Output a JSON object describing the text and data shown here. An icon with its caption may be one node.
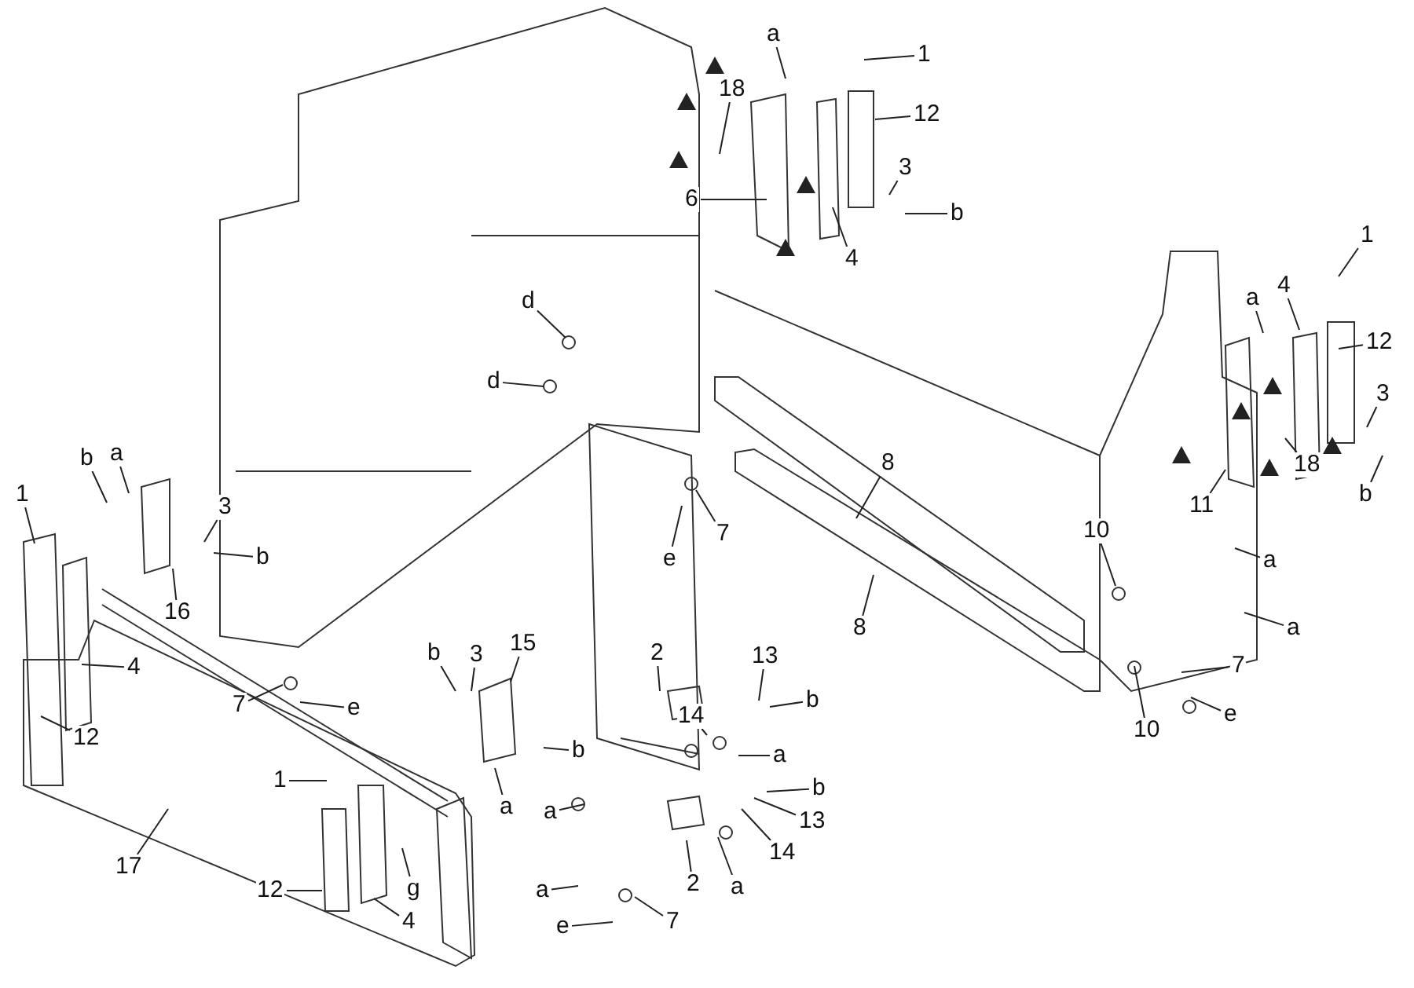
{
  "diagram": {
    "nodes": [
      {
        "text": [
          "a"
        ]
      },
      {
        "text": [
          "1"
        ]
      },
      {
        "text": [
          "12"
        ]
      },
      {
        "text": [
          "18"
        ]
      },
      {
        "text": [
          "6"
        ]
      },
      {
        "text": [
          "3"
        ]
      },
      {
        "text": [
          "b"
        ]
      },
      {
        "text": [
          "4"
        ]
      },
      {
        "text": [
          "1"
        ]
      },
      {
        "text": [
          "4"
        ]
      },
      {
        "text": [
          "a"
        ]
      },
      {
        "text": [
          "12"
        ]
      },
      {
        "text": [
          "3"
        ]
      },
      {
        "text": [
          "18"
        ]
      },
      {
        "text": [
          "b"
        ]
      },
      {
        "text": [
          "11"
        ]
      },
      {
        "text": [
          "10"
        ]
      },
      {
        "text": [
          "a"
        ]
      },
      {
        "text": [
          "a"
        ]
      },
      {
        "text": [
          "7"
        ]
      },
      {
        "text": [
          "10"
        ]
      },
      {
        "text": [
          "e"
        ]
      },
      {
        "text": [
          "d"
        ]
      },
      {
        "text": [
          "d"
        ]
      },
      {
        "text": [
          "8"
        ]
      },
      {
        "text": [
          "8"
        ]
      },
      {
        "text": [
          "7"
        ]
      },
      {
        "text": [
          "e"
        ]
      },
      {
        "text": [
          "b"
        ]
      },
      {
        "text": [
          "a"
        ]
      },
      {
        "text": [
          "3"
        ]
      },
      {
        "text": [
          "b"
        ]
      },
      {
        "text": [
          "1"
        ]
      },
      {
        "text": [
          "16"
        ]
      },
      {
        "text": [
          "4"
        ]
      },
      {
        "text": [
          "12"
        ]
      },
      {
        "text": [
          "7"
        ]
      },
      {
        "text": [
          "e"
        ]
      },
      {
        "text": [
          "b"
        ]
      },
      {
        "text": [
          "3"
        ]
      },
      {
        "text": [
          "15"
        ]
      },
      {
        "text": [
          "1"
        ]
      },
      {
        "text": [
          "b"
        ]
      },
      {
        "text": [
          "a"
        ]
      },
      {
        "text": [
          "17"
        ]
      },
      {
        "text": [
          "12"
        ]
      },
      {
        "text": [
          "4"
        ]
      },
      {
        "text": [
          "g"
        ]
      },
      {
        "text": [
          "2"
        ]
      },
      {
        "text": [
          "14"
        ]
      },
      {
        "text": [
          "13"
        ]
      },
      {
        "text": [
          "b"
        ]
      },
      {
        "text": [
          "a"
        ]
      },
      {
        "text": [
          "a"
        ]
      },
      {
        "text": [
          "b"
        ]
      },
      {
        "text": [
          "13"
        ]
      },
      {
        "text": [
          "2"
        ]
      },
      {
        "text": [
          "14"
        ]
      },
      {
        "text": [
          "a"
        ]
      },
      {
        "text": [
          "a"
        ]
      },
      {
        "text": [
          "7"
        ]
      },
      {
        "text": [
          "e"
        ]
      }
    ],
    "edges": [
      {
        "from": 0,
        "to": null,
        "arrow": "none"
      },
      {
        "from": 1,
        "to": null,
        "arrow": "none"
      },
      {
        "from": 2,
        "to": null,
        "arrow": "none"
      },
      {
        "from": 3,
        "to": null,
        "arrow": "none"
      },
      {
        "from": 4,
        "to": null,
        "arrow": "none"
      },
      {
        "from": 5,
        "to": null,
        "arrow": "none"
      },
      {
        "from": 6,
        "to": null,
        "arrow": "none"
      },
      {
        "from": 7,
        "to": null,
        "arrow": "none"
      },
      {
        "from": 8,
        "to": null,
        "arrow": "none"
      },
      {
        "from": 9,
        "to": null,
        "arrow": "none"
      },
      {
        "from": 10,
        "to": null,
        "arrow": "none"
      },
      {
        "from": 11,
        "to": null,
        "arrow": "none"
      },
      {
        "from": 12,
        "to": null,
        "arrow": "none"
      },
      {
        "from": 13,
        "to": null,
        "arrow": "none"
      },
      {
        "from": 14,
        "to": null,
        "arrow": "none"
      },
      {
        "from": 15,
        "to": null,
        "arrow": "none"
      },
      {
        "from": 16,
        "to": null,
        "arrow": "none"
      },
      {
        "from": 17,
        "to": null,
        "arrow": "none"
      },
      {
        "from": 18,
        "to": null,
        "arrow": "none"
      },
      {
        "from": 19,
        "to": null,
        "arrow": "none"
      },
      {
        "from": 20,
        "to": null,
        "arrow": "none"
      },
      {
        "from": 21,
        "to": null,
        "arrow": "none"
      },
      {
        "from": 22,
        "to": null,
        "arrow": "none"
      },
      {
        "from": 23,
        "to": null,
        "arrow": "none"
      },
      {
        "from": 24,
        "to": null,
        "arrow": "none"
      },
      {
        "from": 25,
        "to": null,
        "arrow": "none"
      },
      {
        "from": 26,
        "to": null,
        "arrow": "none"
      },
      {
        "from": 27,
        "to": null,
        "arrow": "none"
      },
      {
        "from": 28,
        "to": null,
        "arrow": "none"
      },
      {
        "from": 29,
        "to": null,
        "arrow": "none"
      },
      {
        "from": 30,
        "to": null,
        "arrow": "none"
      },
      {
        "from": 31,
        "to": null,
        "arrow": "none"
      },
      {
        "from": 32,
        "to": null,
        "arrow": "none"
      },
      {
        "from": 33,
        "to": null,
        "arrow": "none"
      },
      {
        "from": 34,
        "to": null,
        "arrow": "none"
      },
      {
        "from": 35,
        "to": null,
        "arrow": "none"
      },
      {
        "from": 36,
        "to": null,
        "arrow": "none"
      },
      {
        "from": 37,
        "to": null,
        "arrow": "none"
      },
      {
        "from": 38,
        "to": null,
        "arrow": "none"
      },
      {
        "from": 39,
        "to": null,
        "arrow": "none"
      },
      {
        "from": 40,
        "to": null,
        "arrow": "none"
      },
      {
        "from": 41,
        "to": null,
        "arrow": "none"
      },
      {
        "from": 42,
        "to": null,
        "arrow": "none"
      },
      {
        "from": 43,
        "to": null,
        "arrow": "none"
      },
      {
        "from": 44,
        "to": null,
        "arrow": "none"
      },
      {
        "from": 45,
        "to": null,
        "arrow": "none"
      },
      {
        "from": 46,
        "to": null,
        "arrow": "none"
      },
      {
        "from": 47,
        "to": null,
        "arrow": "none"
      },
      {
        "from": 48,
        "to": null,
        "arrow": "none"
      },
      {
        "from": 49,
        "to": null,
        "arrow": "none"
      },
      {
        "from": 50,
        "to": null,
        "arrow": "none"
      },
      {
        "from": 51,
        "to": null,
        "arrow": "none"
      },
      {
        "from": 52,
        "to": null,
        "arrow": "none"
      },
      {
        "from": 53,
        "to": null,
        "arrow": "none"
      },
      {
        "from": 54,
        "to": null,
        "arrow": "none"
      },
      {
        "from": 55,
        "to": null,
        "arrow": "none"
      },
      {
        "from": 56,
        "to": null,
        "arrow": "none"
      },
      {
        "from": 57,
        "to": null,
        "arrow": "none"
      },
      {
        "from": 58,
        "to": null,
        "arrow": "none"
      },
      {
        "from": 59,
        "to": null,
        "arrow": "none"
      },
      {
        "from": 60,
        "to": null,
        "arrow": "none"
      },
      {
        "from": 61,
        "to": null,
        "arrow": "none"
      }
    ]
  }
}
